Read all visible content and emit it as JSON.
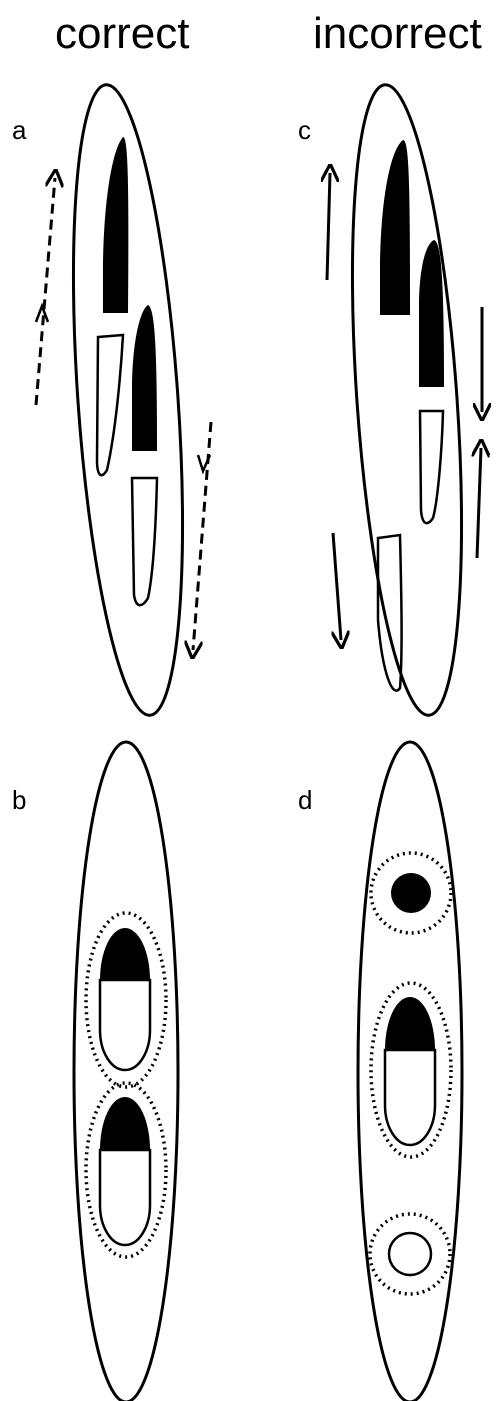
{
  "columns": {
    "left_title": "correct",
    "right_title": "incorrect"
  },
  "panels": {
    "a": "a",
    "b": "b",
    "c": "c",
    "d": "d"
  }
}
